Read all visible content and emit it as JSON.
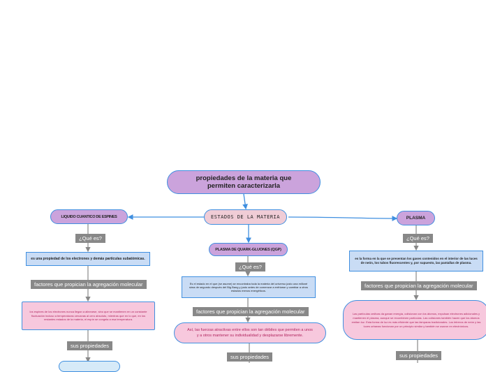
{
  "main_title": "propiedades de la materia que permiten caracterizarla",
  "center": {
    "title": "ESTADOS DE LA MATERIA",
    "child": "PLASMA DE QUARK-GLUONES (QGP)",
    "q": "¿Qué es?",
    "def": "Es el estado en el que (se asume) se encontraba toda la materia del universo justo una milloné sima de segundo después del Big Bang y justo antes de comenzar a enfriarse y cambiar a otros estados menos energéticos.",
    "factors_label": "factores que propician la agregación molecular",
    "factors": "Así, las fuerzas atractivas entre ellos son tan débiles que permiten a unos y a otros mantener su individualidad y desplazarse libremente.",
    "props_label": "sus propiedades"
  },
  "left": {
    "title": "LIQUIDO CUANTICO DE ESPINES",
    "q": "¿Qué es?",
    "def": "es una propiedad de los electrones y demás partículas subatómicas.",
    "factors_label": "factores que propician la agregación molecular",
    "factors": "los espines de los electrones nunca llegan a alinearse, sino que se mantienen en un constante fluctuación incluso a temperaturas cercanas al cero absoluto, mientras que en lo que, en los restantes estados de la materia, el espín se congela a esa temperatura.",
    "props_label": "sus propiedades"
  },
  "right": {
    "title": "PLASMA",
    "q": "¿Qué es?",
    "def": "es la forma en la que se presentan los gases contenidos en el interior de las luces de neón, los tubos fluorescentes y, por supuesto, las pantallas de plasma.",
    "factors_label": "factores que propician la agregación molecular",
    "factors": "Las partículas cedivas da ganan energía, colisionan con los átomos, expulsan electrones adicionales y mantienen el plasma, aunque se recombinen partículas. Las colisiones también hacen que los átomos emitan luz. Esta forma de luz es más eficiente que las lámparas tradicionales. Los letreros de neón y las luces urbanas funcionan por un principio similar y también se usaron en electrónicos.",
    "props_label": "sus propiedades"
  },
  "colors": {
    "connector": "#3f8fe0",
    "gray_label": "#888888"
  }
}
